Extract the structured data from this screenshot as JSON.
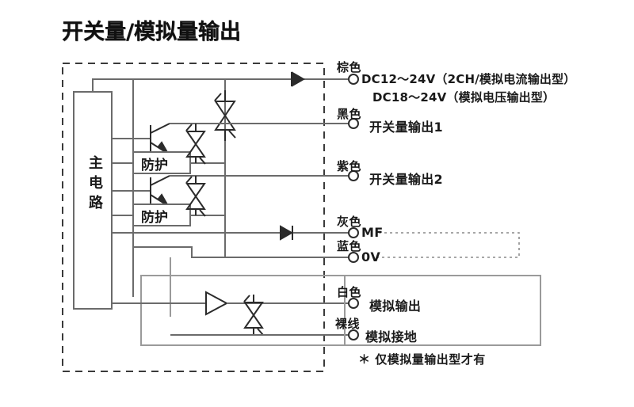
{
  "page": {
    "title": "开关量/模拟量输出",
    "footnote": "＊ 仅模拟量输出型才有"
  },
  "blocks": {
    "main_circuit": "主电路",
    "protection_1": "防护",
    "protection_2": "防护"
  },
  "terminals": [
    {
      "id": "power",
      "wire_color": "棕色",
      "label_line1": "DC12～24V（2CH/模拟电流输出型）",
      "label_line2": "DC18～24V（模拟电压输出型）"
    },
    {
      "id": "switch-output-1",
      "wire_color": "黑色",
      "label_line1": "开关量输出1",
      "label_line2": ""
    },
    {
      "id": "switch-output-2",
      "wire_color": "紫色",
      "label_line1": "开关量输出2",
      "label_line2": ""
    },
    {
      "id": "mf",
      "wire_color": "灰色",
      "label_line1": "MF",
      "label_line2": ""
    },
    {
      "id": "zero-volt",
      "wire_color": "蓝色",
      "label_line1": "0V",
      "label_line2": ""
    },
    {
      "id": "analog-output",
      "wire_color": "白色",
      "label_line1": "模拟输出",
      "label_line2": ""
    },
    {
      "id": "analog-ground",
      "wire_color": "裸线",
      "label_line1": "模拟接地",
      "label_line2": ""
    }
  ],
  "symbols": {
    "reverse_protection_diode": "diode-left",
    "mf_diode": "diode-right",
    "transistor_1": "npn-transistor",
    "transistor_2": "npn-transistor",
    "tvs_main": "bidirectional-zener",
    "tvs_out1": "bidirectional-zener",
    "tvs_out2": "bidirectional-zener",
    "tvs_analog": "bidirectional-zener",
    "buffer_amp": "amplifier-triangle"
  },
  "colors": {
    "wire": "#6b6b6b",
    "wire_light": "#9a9a9a",
    "symbol": "#2b2b2b",
    "text": "#1a1a1a",
    "dashed_border": "#3a3a3a",
    "dotted_link": "#8a8a8a"
  }
}
